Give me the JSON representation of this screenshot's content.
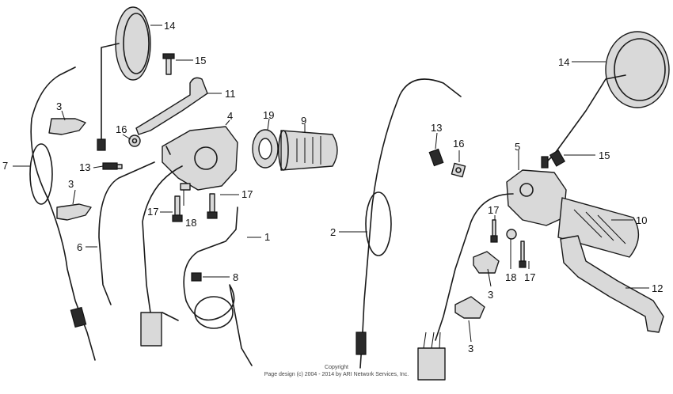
{
  "labels": {
    "l_14a": "14",
    "l_15a": "15",
    "l_11": "11",
    "l_3a": "3",
    "l_16a": "16",
    "l_4": "4",
    "l_19": "19",
    "l_9": "9",
    "l_7": "7",
    "l_13a": "13",
    "l_3b": "3",
    "l_6": "6",
    "l_17a": "17",
    "l_18a": "18",
    "l_17b": "17",
    "l_1": "1",
    "l_8": "8",
    "l_2": "2",
    "l_13b": "13",
    "l_16b": "16",
    "l_5": "5",
    "l_14b": "14",
    "l_15b": "15",
    "l_10": "10",
    "l_17c": "17",
    "l_18b": "18",
    "l_17d": "17",
    "l_3c": "3",
    "l_3d": "3",
    "l_12": "12"
  },
  "footer": {
    "line1": "Copyright",
    "line2": "Page design (c) 2004 - 2014 by ARI Network Services, Inc."
  }
}
